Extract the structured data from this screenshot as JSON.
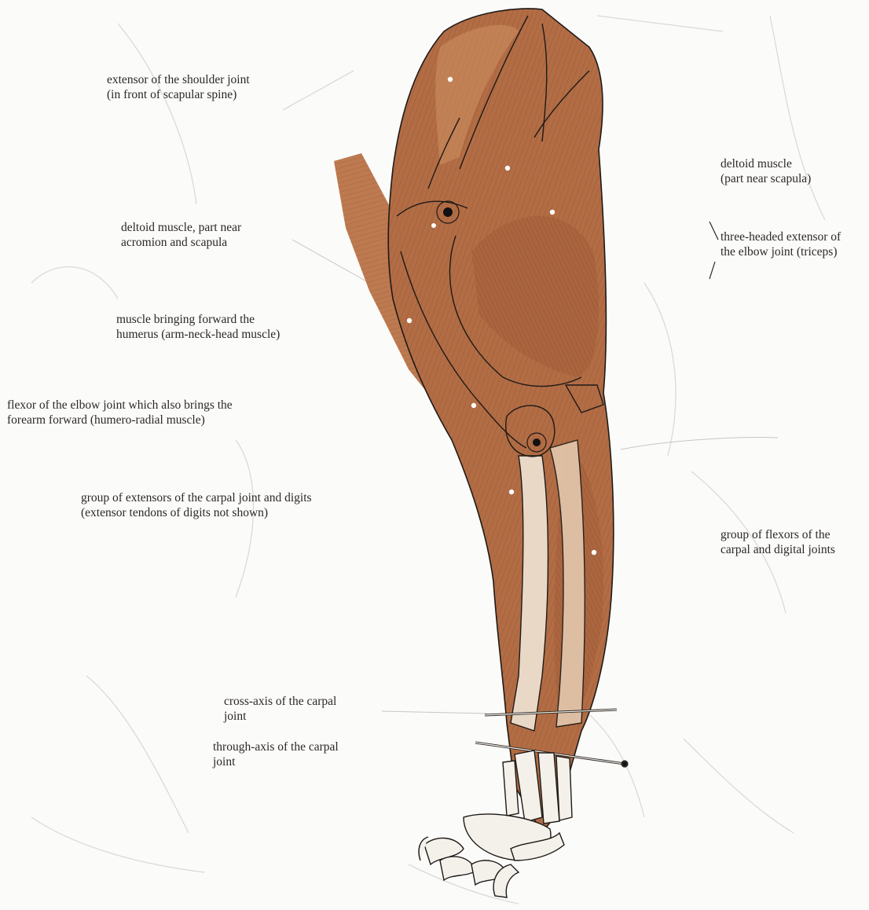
{
  "figure": {
    "colors": {
      "background": "#fbfbfa",
      "muscle": "#b06c44",
      "muscle_dark": "#8a4a2c",
      "muscle_light": "#d59a72",
      "bone": "#f2efe9",
      "outline": "#1e1a17",
      "sketch": "#d8d6d2"
    }
  },
  "labels": [
    {
      "id": "extensor-shoulder",
      "lines": [
        "extensor of the shoulder joint",
        "(in front of scapular spine)"
      ]
    },
    {
      "id": "deltoid-scapula",
      "lines": [
        "deltoid muscle",
        "(part near scapula)"
      ]
    },
    {
      "id": "deltoid-acromion",
      "lines": [
        "deltoid muscle, part near",
        "acromion and scapula"
      ]
    },
    {
      "id": "triceps",
      "lines": [
        "three-headed extensor of",
        "the elbow joint (triceps)"
      ]
    },
    {
      "id": "humerus-forward",
      "lines": [
        "muscle bringing forward the",
        "humerus (arm-neck-head muscle)"
      ]
    },
    {
      "id": "elbow-flexor",
      "lines": [
        "flexor of the elbow joint which also brings  the",
        "forearm forward (humero-radial muscle)"
      ]
    },
    {
      "id": "carpal-extensors",
      "lines": [
        "group of extensors of the carpal joint and digits",
        "(extensor tendons of digits not shown)"
      ]
    },
    {
      "id": "carpal-flexors",
      "lines": [
        "group of flexors of the",
        "carpal and digital joints"
      ]
    },
    {
      "id": "cross-axis",
      "lines": [
        "cross-axis of the carpal",
        "joint"
      ]
    },
    {
      "id": "through-axis",
      "lines": [
        "through-axis of the carpal",
        "joint"
      ]
    }
  ]
}
